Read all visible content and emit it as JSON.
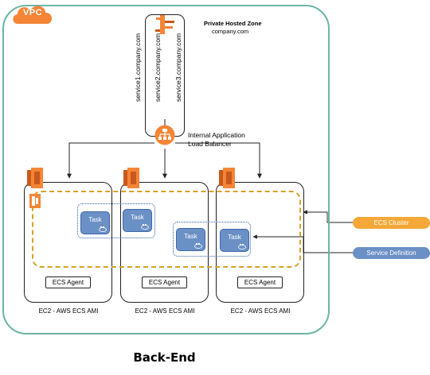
{
  "vpc": {
    "badge_label": "VPC",
    "badge_color": "#f58536",
    "border_color": "#6bb5a5"
  },
  "hosted_zone": {
    "title": "Private Hosted Zone",
    "domain": "company.com"
  },
  "service_records": [
    "service1.company.com",
    "service2.company.com",
    "service3.company.com"
  ],
  "load_balancer": {
    "label_line1": "Internal Application",
    "label_line2": "Load Balancer",
    "icon": "load-balancer-icon",
    "color": "#f58536"
  },
  "instances": [
    {
      "label": "EC2 - AWS ECS AMI",
      "agent": "ECS Agent",
      "icon": "ec2-icon"
    },
    {
      "label": "EC2 - AWS ECS AMI",
      "agent": "ECS Agent",
      "icon": "ec2-icon"
    },
    {
      "label": "EC2 - AWS ECS AMI",
      "agent": "ECS Agent",
      "icon": "ec2-icon"
    }
  ],
  "tasks": [
    "Task",
    "Task",
    "Task",
    "Task"
  ],
  "legend": {
    "cluster": {
      "label": "ECS Cluster",
      "color": "#f5a838"
    },
    "service_definition": {
      "label": "Service Definition",
      "color": "#6b90c6"
    }
  },
  "footer_title": "Back-End"
}
